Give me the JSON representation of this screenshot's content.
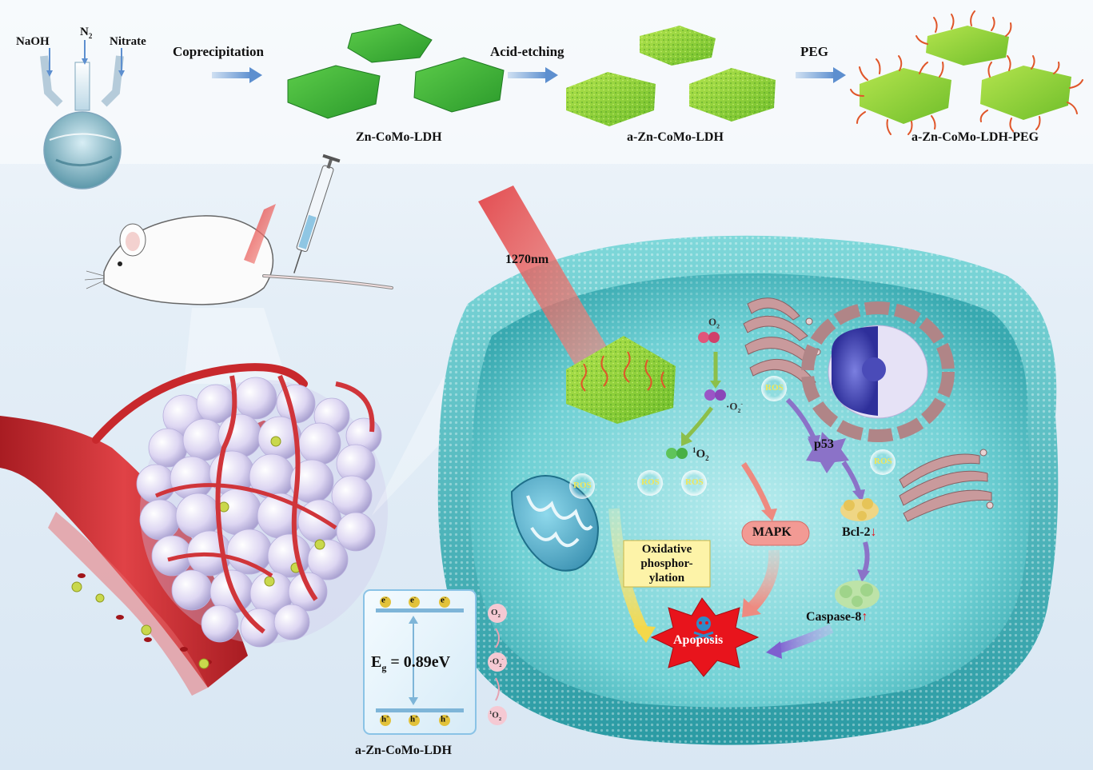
{
  "synthesis": {
    "reagents": {
      "naoh": "NaOH",
      "n2": "N",
      "n2_sub": "2",
      "nitrate": "Nitrate"
    },
    "steps": {
      "coprecipitation": "Coprecipitation",
      "acid_etching": "Acid-etching",
      "peg": "PEG"
    },
    "products": {
      "ldh": "Zn-CoMo-LDH",
      "a_ldh": "a-Zn-CoMo-LDH",
      "a_ldh_peg": "a-Zn-CoMo-LDH-PEG"
    }
  },
  "laser": {
    "wavelength": "1270nm"
  },
  "cell": {
    "o2": "O",
    "o2_sub": "2",
    "superoxide": "·O",
    "superoxide_sub": "2",
    "superoxide_sup": "-",
    "singlet_sup": "1",
    "singlet": "O",
    "singlet_sub": "2",
    "ros": "ROS",
    "p53": "p53",
    "mapk": "MAPK",
    "bcl2": "Bcl-2",
    "bcl2_arrow": "↓",
    "caspase8": "Caspase-8",
    "caspase8_arrow": "↑",
    "oxidative_lines": [
      "Oxidative",
      "phosphor-",
      "ylation"
    ],
    "apoptosis": "Apoposis"
  },
  "band_diagram": {
    "electron": "e",
    "electron_sup": "-",
    "hole": "h",
    "hole_sup": "+",
    "eg_main": "E",
    "eg_sub": "g",
    "eg_value": " = 0.89eV",
    "label": "a-Zn-CoMo-LDH",
    "species_o2": "O",
    "species_o2_sub": "2",
    "species_superoxide": "·O",
    "species_superoxide_sub": "2",
    "species_superoxide_sup": "-",
    "species_singlet_sup": "1",
    "species_singlet": "O",
    "species_singlet_sub": "2"
  },
  "colors": {
    "ldh_green": "#3fb43a",
    "a_ldh_green": "#8ed13a",
    "peg_orange": "#e0562a",
    "laser_red": "#e8484a",
    "cell_teal": "#49c4c8",
    "vessel_red": "#c8282c",
    "apoptosis_red": "#e8141c",
    "mapk_pink": "#f29a94",
    "p53_purple": "#8b72c8",
    "oxidative_yellow": "#fdf3a8",
    "arrow_blue": "#6f9fd6"
  }
}
